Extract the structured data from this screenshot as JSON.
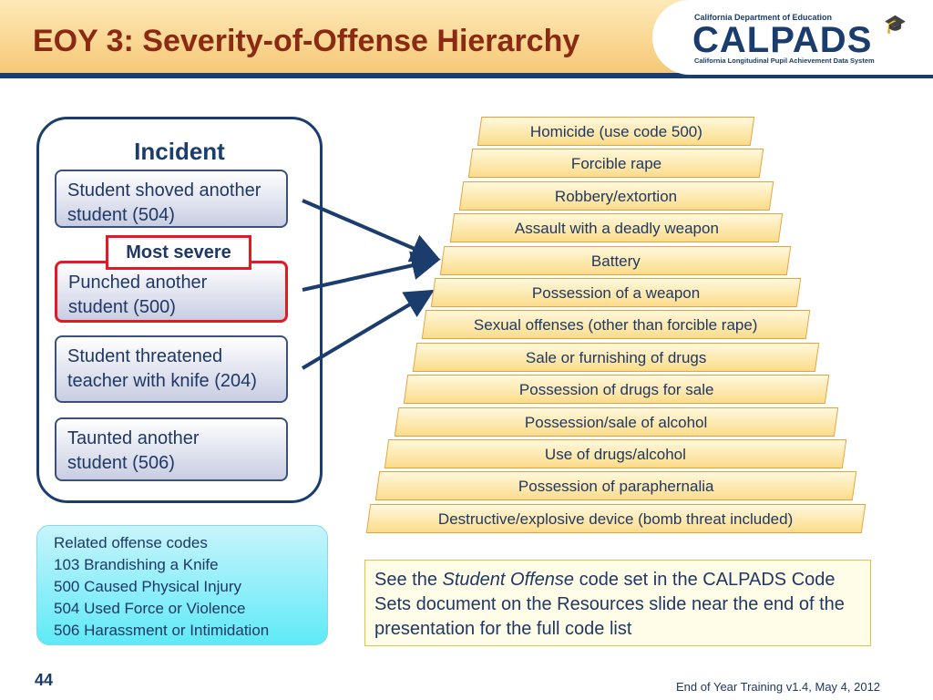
{
  "header": {
    "title": "EOY 3: Severity-of-Offense Hierarchy",
    "logo": {
      "top_text": "California Department of Education",
      "main_text": "CALPADS",
      "sub_text": "California Longitudinal Pupil Achievement Data System"
    }
  },
  "incident": {
    "title": "Incident",
    "items": [
      {
        "line1": "Student shoved another",
        "line2": "student (504)"
      },
      {
        "line1": "Punched another",
        "line2": "student (500)"
      },
      {
        "line1": "Student threatened",
        "line2": "teacher with knife (204)"
      },
      {
        "line1": "Taunted another",
        "line2": "student (506)"
      }
    ],
    "callout": "Most severe"
  },
  "hierarchy": [
    "Homicide (use code 500)",
    "Forcible rape",
    "Robbery/extortion",
    "Assault with a deadly weapon",
    "Battery",
    "Possession of a weapon",
    "Sexual offenses (other than forcible rape)",
    "Sale or furnishing of drugs",
    "Possession of drugs for sale",
    "Possession/sale of alcohol",
    "Use of drugs/alcohol",
    "Possession of paraphernalia",
    "Destructive/explosive device (bomb threat included)"
  ],
  "related": {
    "heading": "Related offense codes",
    "items": [
      "103 Brandishing a Knife",
      "500 Caused Physical Injury",
      "504 Used Force or Violence",
      "506 Harassment or Intimidation"
    ]
  },
  "note": {
    "prefix": "See the ",
    "emphasis": "Student Offense",
    "suffix": " code set in the CALPADS Code Sets document on the Resources slide near the end of the presentation for the full code list"
  },
  "footer": {
    "slide_number": "44",
    "text": "End of Year Training v1.4, May 4, 2012"
  },
  "colors": {
    "title": "#8b2a12",
    "navy": "#1a3d6e",
    "severe_red": "#e01b24",
    "rung_border": "#e6a23c"
  }
}
